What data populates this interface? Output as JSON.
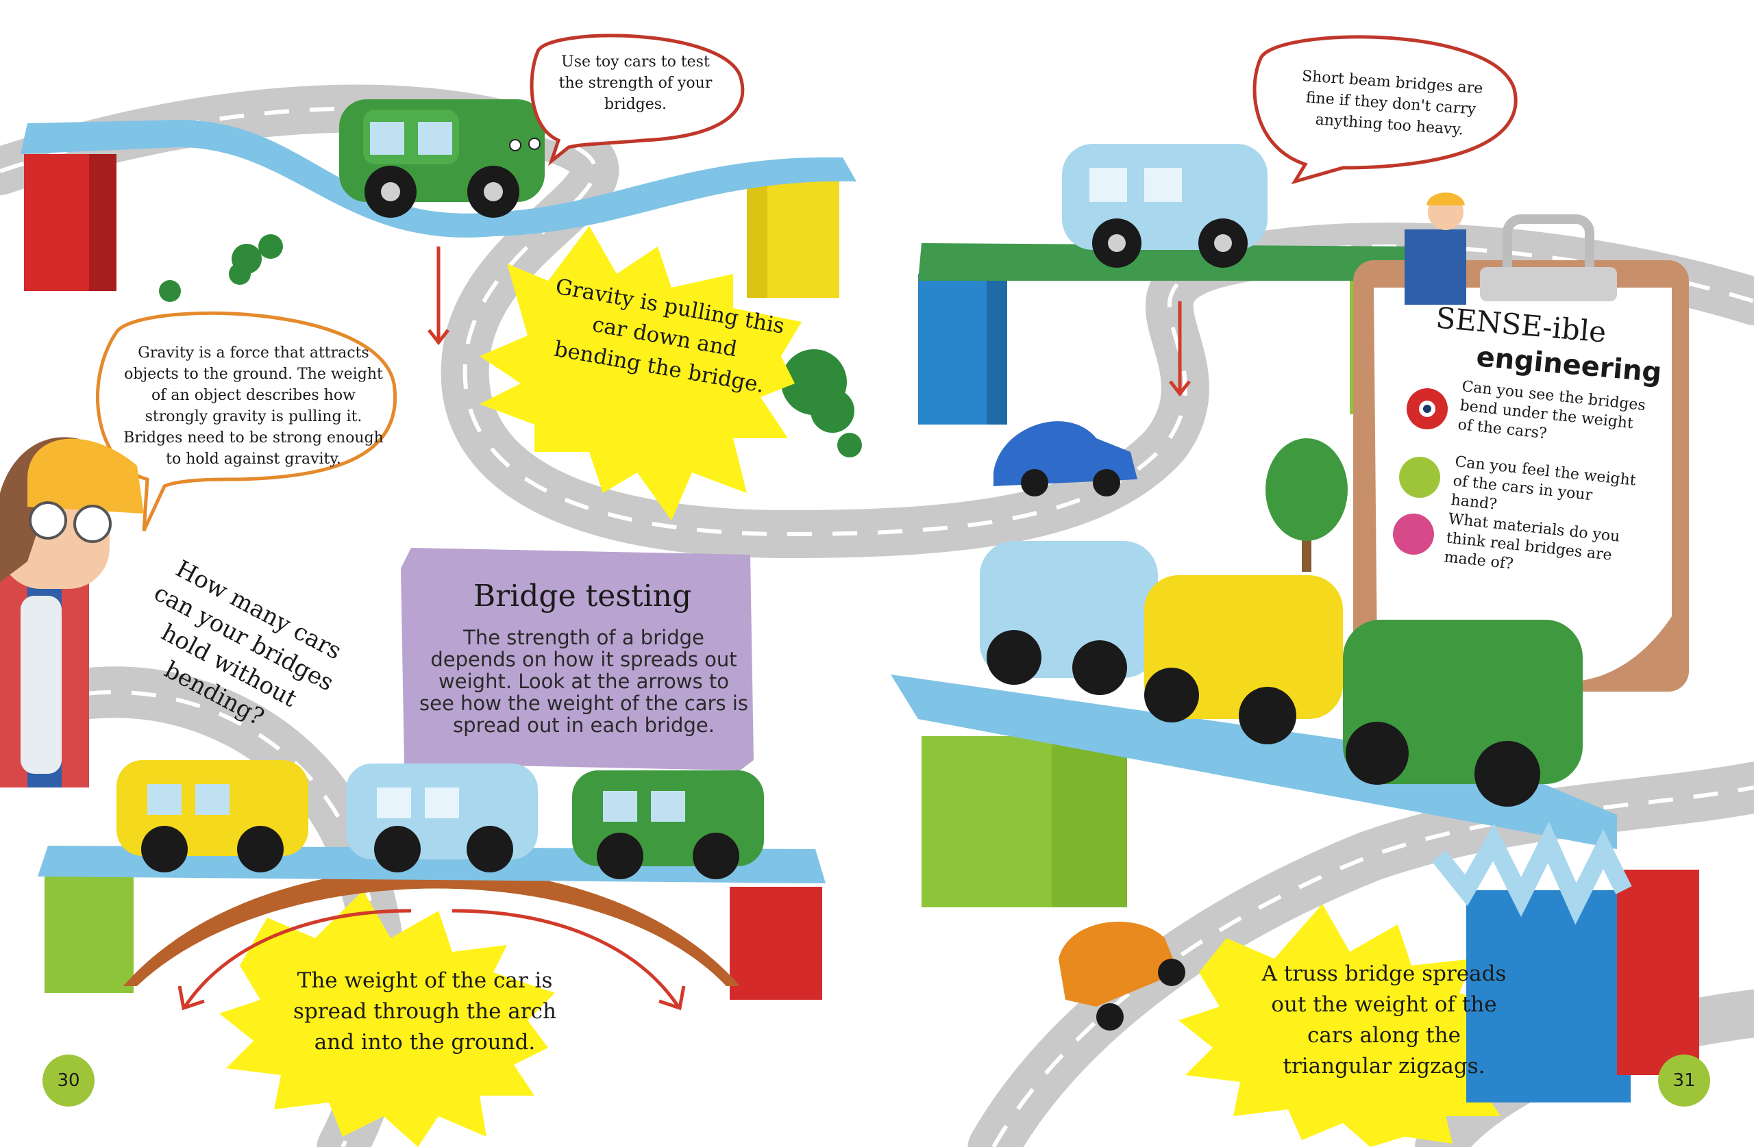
{
  "pages": {
    "left_number": "30",
    "right_number": "31"
  },
  "bubbles": {
    "toy_cars": "Use toy cars to test the strength of your bridges.",
    "gravity_def": "Gravity is a force that attracts objects to the ground. The weight of an object describes how strongly gravity is pulling it. Bridges need to be strong enough to hold against gravity.",
    "short_beam": "Short beam bridges are fine if they don't carry anything too heavy."
  },
  "stars": {
    "gravity_pull": "Gravity is pulling this car down and bending the bridge.",
    "arch": "The weight of the car is spread through the arch and into the ground.",
    "truss": "A truss bridge spreads out the weight of the cars along the triangular zigzags."
  },
  "question": "How many cars can your bridges hold without bending?",
  "panel": {
    "title": "Bridge testing",
    "body": "The strength of a bridge depends on how it spreads out weight. Look at the arrows to see how the weight of the cars is spread out in each bridge."
  },
  "clipboard": {
    "title_line1": "SENSE-ible",
    "title_line2": "engineering",
    "items": [
      {
        "icon": "eye-icon",
        "text": "Can you see the bridges bend under the weight of the cars?"
      },
      {
        "icon": "hand-icon",
        "text": "Can you feel the weight of the cars in your hand?"
      },
      {
        "icon": "brain-icon",
        "text": "What materials do you think real bridges are made of?"
      }
    ]
  },
  "colors": {
    "road": "#c9c9c9",
    "paper_blue": "#7fc3e6",
    "paper_green": "#3f9a4e",
    "star_yellow": "#fff21a",
    "panel_purple": "#b9a3d0",
    "clipboard_brown": "#c8906a",
    "page_badge": "#9ec53a"
  }
}
